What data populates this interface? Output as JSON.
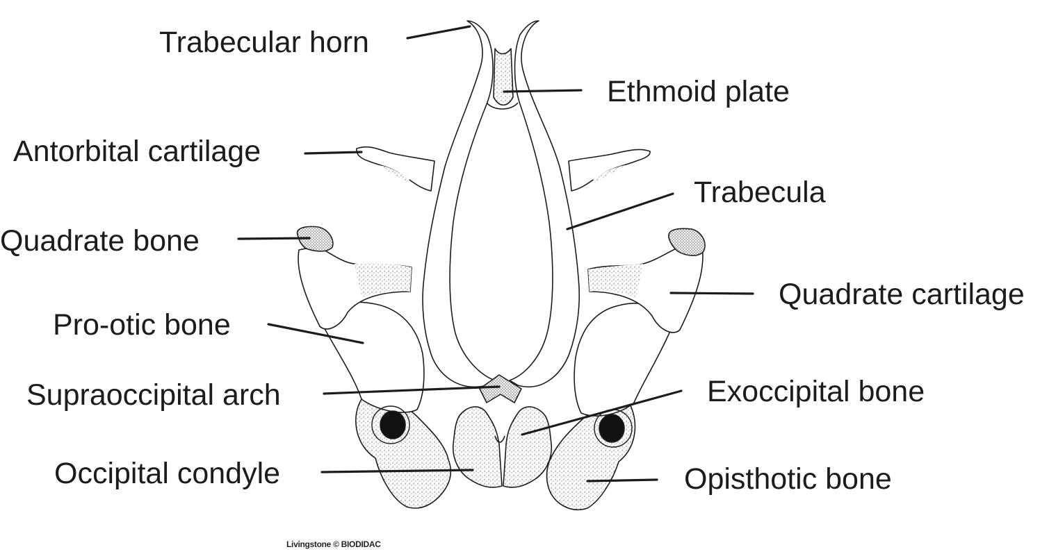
{
  "diagram": {
    "labels": {
      "trabecular_horn": "Trabecular horn",
      "ethmoid_plate": "Ethmoid plate",
      "antorbital_cartilage": "Antorbital cartilage",
      "trabecula": "Trabecula",
      "quadrate_bone": "Quadrate bone",
      "quadrate_cartilage": "Quadrate cartilage",
      "pro_otic_bone": "Pro-otic bone",
      "supraoccipital_arch": "Supraoccipital arch",
      "exoccipital_bone": "Exoccipital bone",
      "occipital_condyle": "Occipital condyle",
      "opisthotic_bone": "Opisthotic bone"
    },
    "credit": "Livingstone © BIODIDAC",
    "colors": {
      "line": "#1c1c1c",
      "text": "#1c1c1c",
      "stipple": "#6a6a6a",
      "background": "#ffffff"
    }
  }
}
